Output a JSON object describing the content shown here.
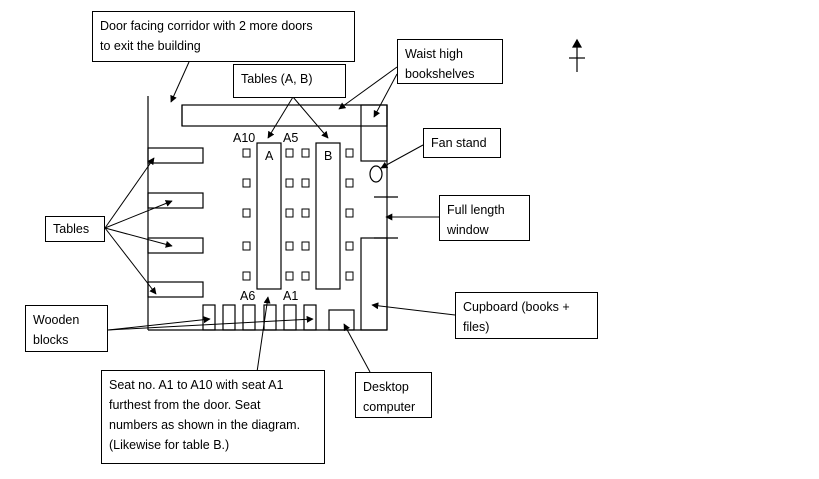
{
  "callouts": {
    "door": "Door facing corridor with 2 more doors\nto exit the building",
    "tables_ab": "Tables (A, B)",
    "bookshelves": "Waist high\nbookshelves",
    "fan_stand": "Fan stand",
    "window": "Full length\nwindow",
    "cupboard": "Cupboard (books +\nfiles)",
    "tables": "Tables",
    "wooden_blocks": "Wooden\nblocks",
    "seat_note": "Seat no. A1 to A10 with seat A1\nfurthest from the door. Seat\nnumbers as shown in the diagram.\n(Likewise for table B.)",
    "desktop": "Desktop\ncomputer"
  },
  "labels": {
    "table_a": "A",
    "table_b": "B",
    "seat_a10": "A10",
    "seat_a5": "A5",
    "seat_a6": "A6",
    "seat_a1": "A1"
  },
  "colors": {
    "line": "#000000",
    "background": "#ffffff"
  },
  "icons": {
    "compass": "north-arrow-icon"
  }
}
